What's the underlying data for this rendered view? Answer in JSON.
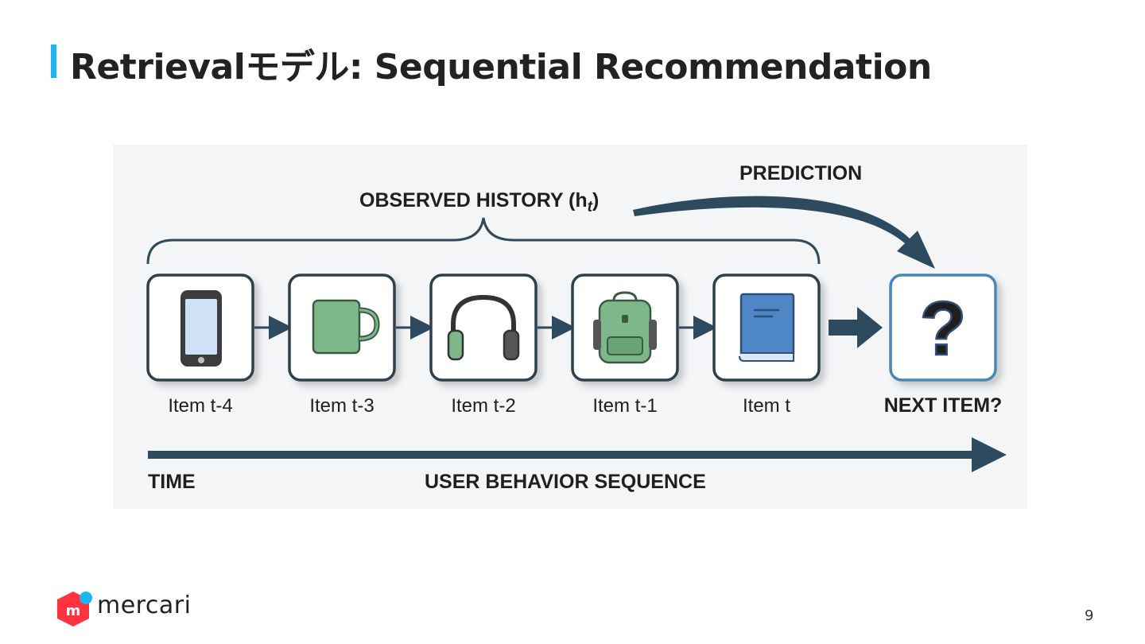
{
  "slide": {
    "title": "Retrievalモデル: Sequential Recommendation",
    "accent_color": "#1cb5f0",
    "page_number": "9"
  },
  "brand": {
    "name": "mercari",
    "logo_color": "#ff333f",
    "logo_dot_color": "#1cb5f0"
  },
  "diagram": {
    "history_label": "OBSERVED HISTORY (h",
    "history_subscript": "t",
    "history_close": ")",
    "prediction_label": "PREDICTION",
    "items": [
      {
        "label": "Item t-4",
        "icon": "smartphone-icon"
      },
      {
        "label": "Item t-3",
        "icon": "mug-icon"
      },
      {
        "label": "Item t-2",
        "icon": "headphones-icon"
      },
      {
        "label": "Item t-1",
        "icon": "backpack-icon"
      },
      {
        "label": "Item t",
        "icon": "book-icon"
      }
    ],
    "next_item": {
      "label": "NEXT ITEM?",
      "icon": "question-mark-icon"
    },
    "time_label": "TIME",
    "sequence_label": "USER BEHAVIOR SEQUENCE",
    "colors": {
      "arrow": "#2e4a5e",
      "box_border": "#2e3f4c",
      "highlight_border": "#4a86b8",
      "green": "#7eb88a",
      "blue": "#4f86c6"
    }
  }
}
